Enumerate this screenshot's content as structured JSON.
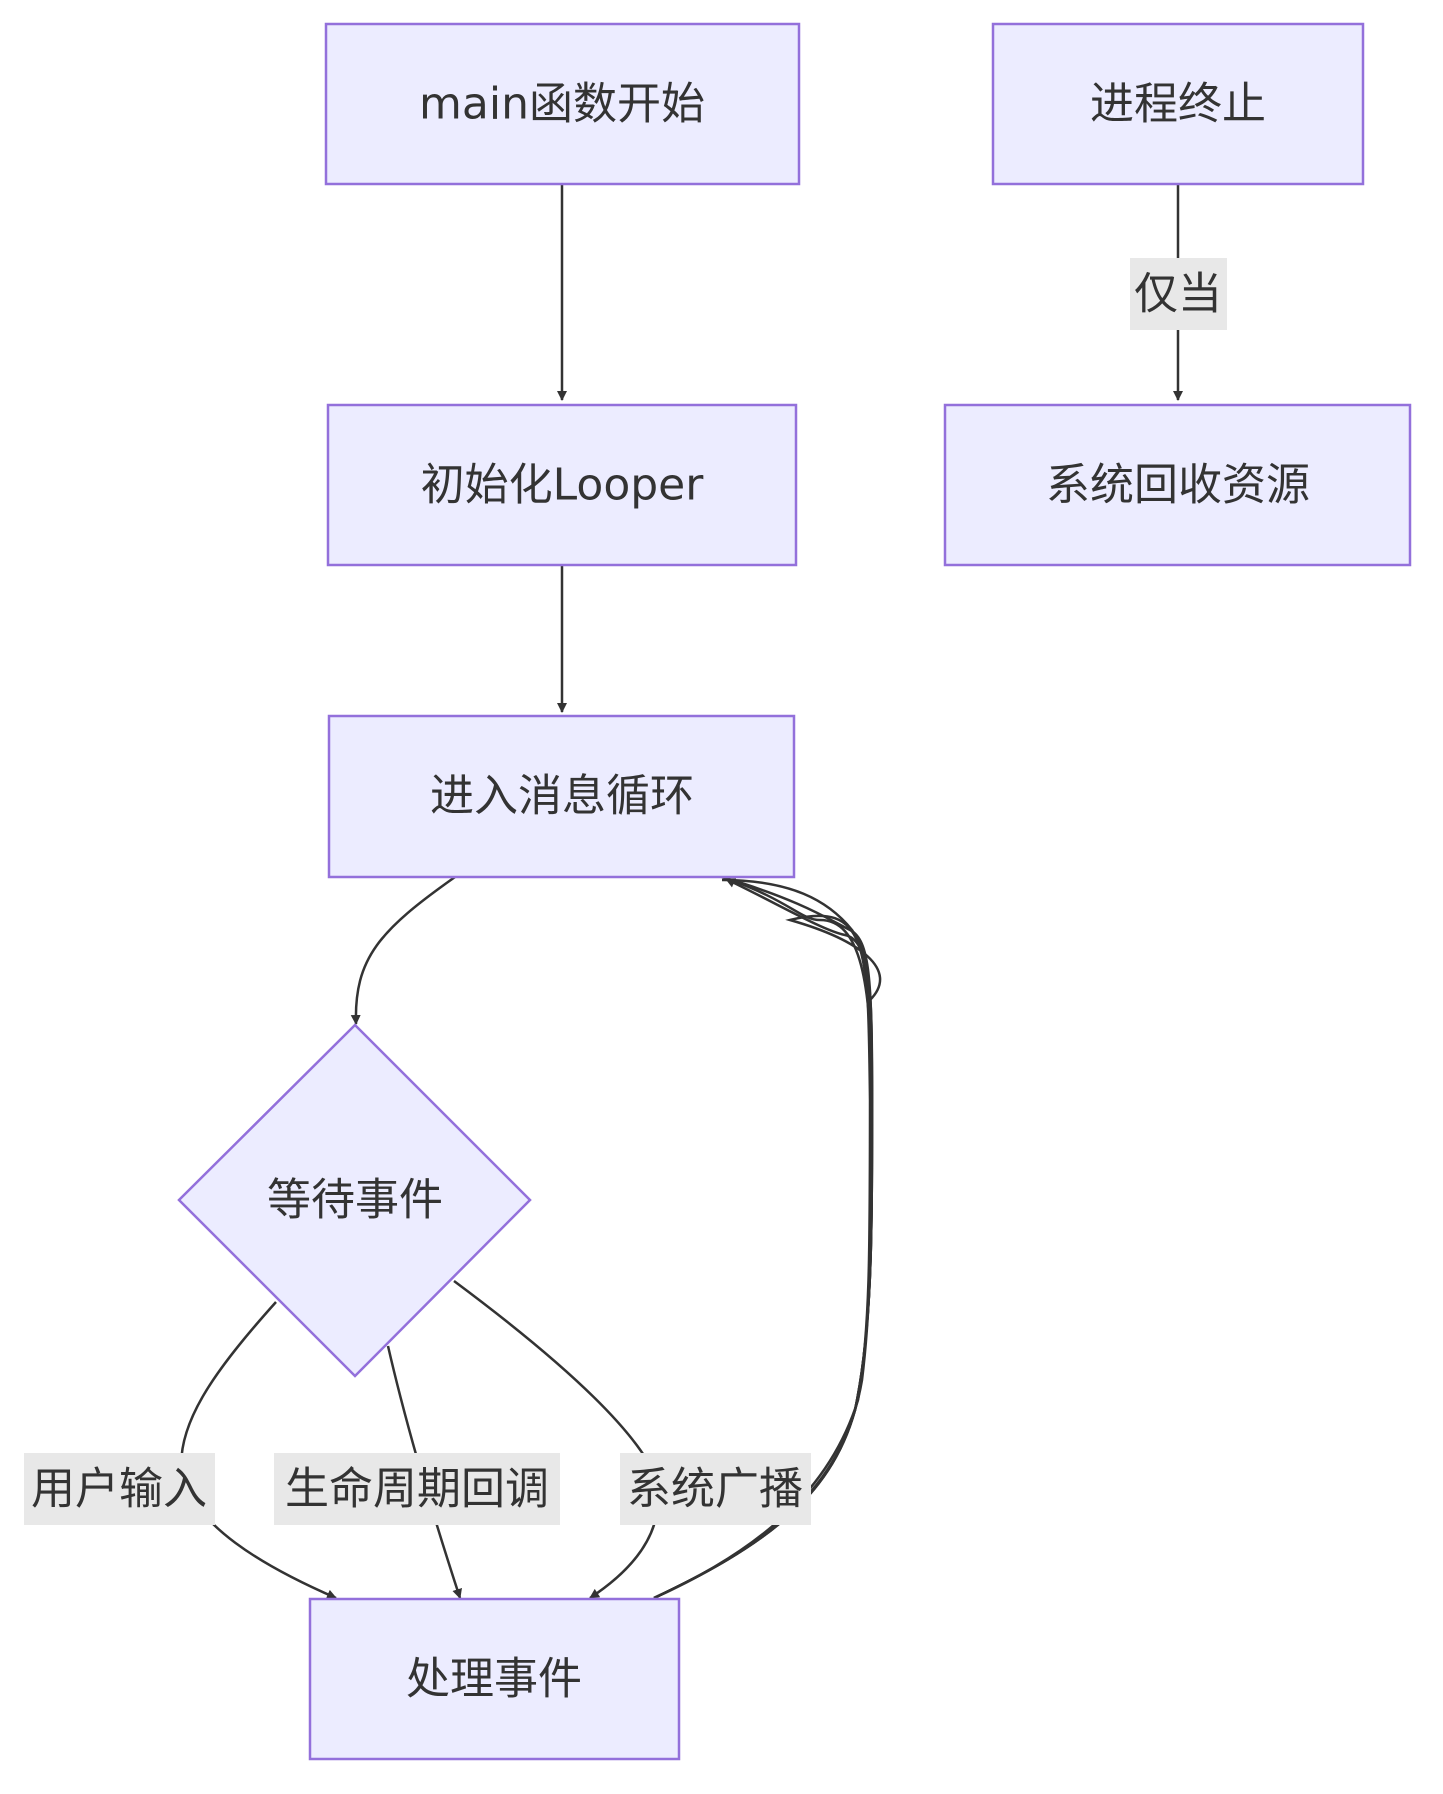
{
  "nodes": {
    "main_start": {
      "label": "main函数开始"
    },
    "init_looper": {
      "label": "初始化Looper"
    },
    "enter_loop": {
      "label": "进入消息循环"
    },
    "wait_event": {
      "label": "等待事件"
    },
    "handle_event": {
      "label": "处理事件"
    },
    "process_terminate": {
      "label": "进程终止"
    },
    "reclaim": {
      "label": "系统回收资源"
    }
  },
  "edges": {
    "terminate_to_reclaim": {
      "label": "仅当"
    },
    "user_input": {
      "label": "用户输入"
    },
    "lifecycle": {
      "label": "生命周期回调"
    },
    "broadcast": {
      "label": "系统广播"
    }
  },
  "colors": {
    "node_fill": "#ECECFF",
    "node_stroke": "#9370DB",
    "edge": "#333333",
    "edge_label_bg": "#e8e8e8",
    "text": "#333333"
  }
}
